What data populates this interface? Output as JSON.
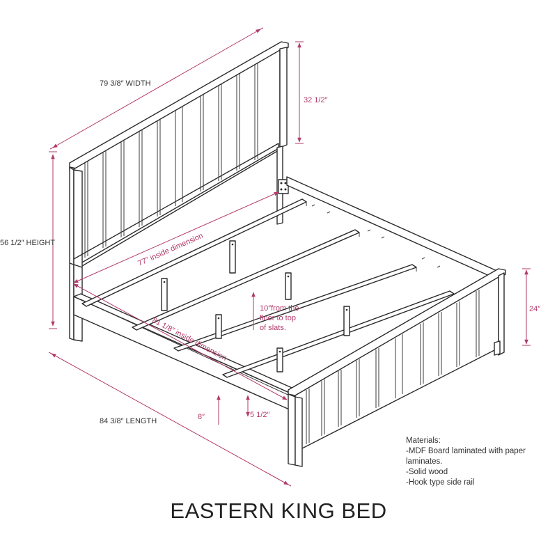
{
  "title": "EASTERN KING BED",
  "dimensions": {
    "width": "79 3/8″ WIDTH",
    "height": "56 1/2″ HEIGHT",
    "length": "84 3/8″ LENGTH",
    "headboard_panel": "32 1/2″",
    "footboard_height": "24″",
    "inside_width": "77″ inside dimension",
    "inside_length": "81 1/8″ inside dimension",
    "clearance": "8″",
    "rail_height": "5 1/2″"
  },
  "slat_note": [
    "10″from the",
    "floor to top",
    "of slats."
  ],
  "materials": {
    "heading": "Materials:",
    "items": [
      "-MDF Board laminated with paper laminates.",
      "-Solid wood",
      "-Hook type side rail"
    ]
  }
}
